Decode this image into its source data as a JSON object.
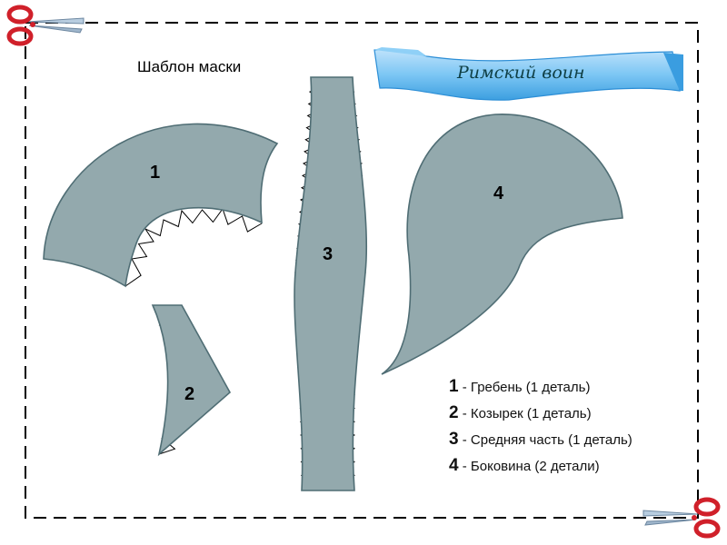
{
  "title": "Шаблон маски",
  "banner": "Римский воин",
  "pieces": [
    {
      "number": "1",
      "name": "Гребень (1 деталь)"
    },
    {
      "number": "2",
      "name": "Козырек (1 деталь)"
    },
    {
      "number": "3",
      "name": "Средняя часть (1 деталь)"
    },
    {
      "number": "4",
      "name": "Боковина (2 детали)"
    }
  ],
  "dash": "-",
  "colors": {
    "piece_fill": "#93a9ad",
    "piece_stroke": "#4f6d74",
    "banner": "#5ab4ec",
    "scissors": "#d0202a"
  }
}
